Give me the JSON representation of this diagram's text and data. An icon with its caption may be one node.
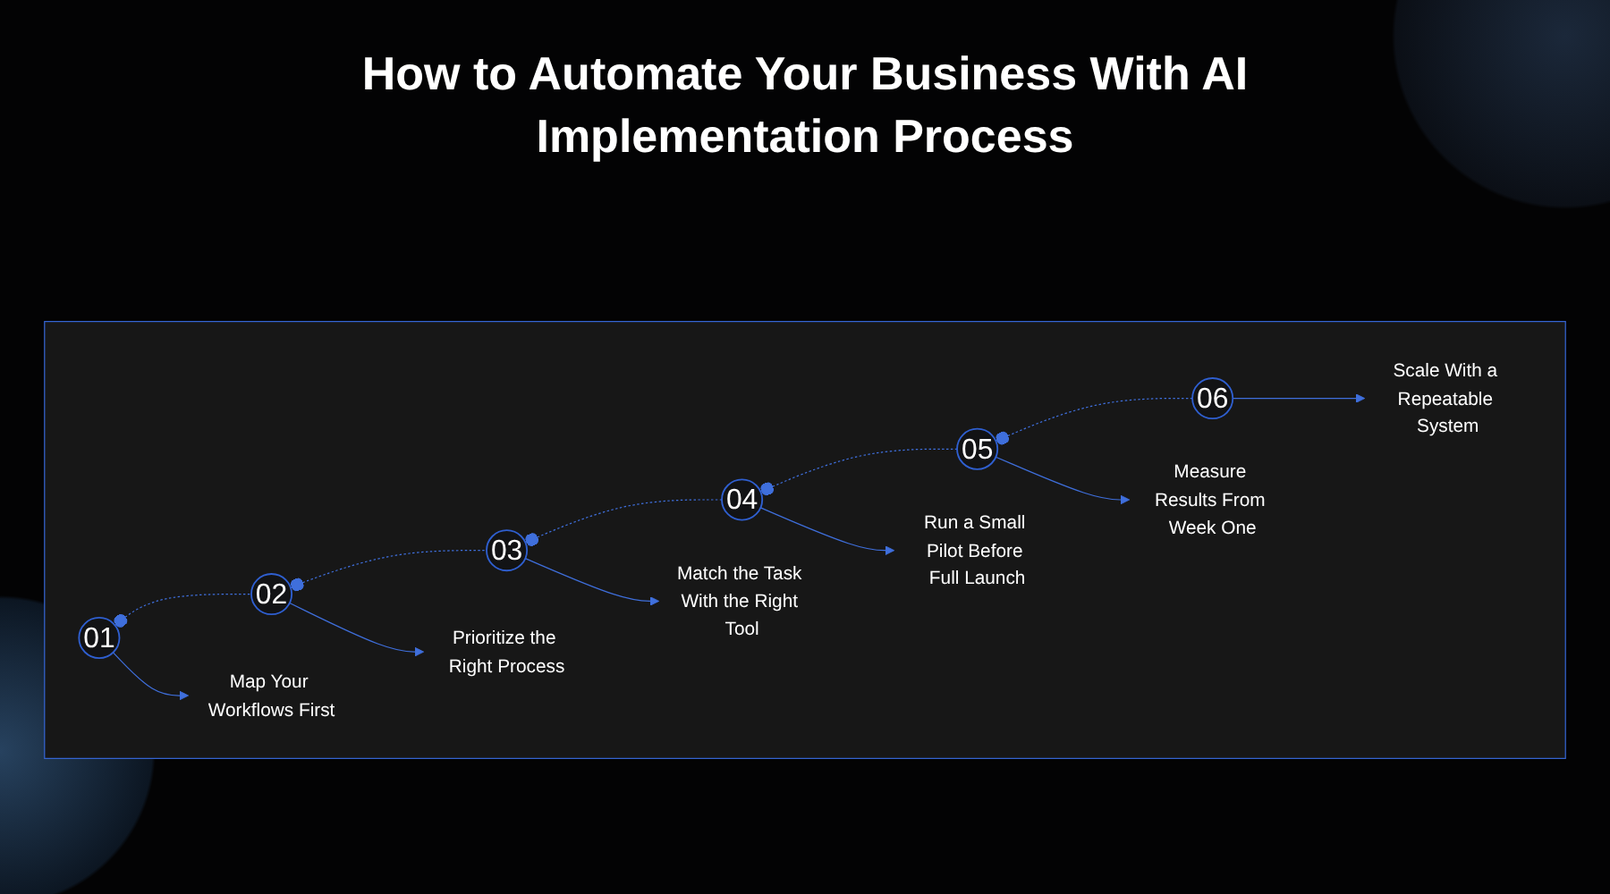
{
  "diagram": {
    "title": "How to Automate Your Business With AI Implementation Process",
    "nodes": [
      {
        "text": [],
        "shape": "box"
      },
      {
        "text": [
          "01"
        ],
        "in": 0
      },
      {
        "text": [
          "Map Your Workflows First"
        ],
        "in": 0
      },
      {
        "text": [
          "02"
        ],
        "in": 0
      },
      {
        "text": [
          "Prioritize the Right Process"
        ],
        "in": 0
      },
      {
        "text": [
          "03"
        ],
        "in": 0
      },
      {
        "text": [
          "Match the Task With the Right Tool"
        ],
        "in": 0
      },
      {
        "text": [
          "04"
        ],
        "in": 0
      },
      {
        "text": [
          "Run a Small Pilot Before Full Launch"
        ],
        "in": 0
      },
      {
        "text": [
          "05"
        ],
        "in": 0
      },
      {
        "text": [
          "Measure Results From Week One"
        ],
        "in": 0
      },
      {
        "text": [
          "06"
        ],
        "in": 0
      },
      {
        "text": [
          "Scale With a Repeatable System"
        ],
        "in": 0
      }
    ],
    "edges": [
      {
        "from": 1,
        "to": 3,
        "arrow": "other",
        "style": "dashed"
      },
      {
        "from": 3,
        "to": 5,
        "arrow": "other",
        "style": "dashed"
      },
      {
        "from": 5,
        "to": 7,
        "arrow": "other",
        "style": "dashed"
      },
      {
        "from": 7,
        "to": 9,
        "arrow": "other",
        "style": "dashed"
      },
      {
        "from": 9,
        "to": 11,
        "arrow": "other",
        "style": "dashed"
      },
      {
        "from": 1,
        "to": 2,
        "arrow": "to"
      },
      {
        "from": 3,
        "to": 4,
        "arrow": "to"
      },
      {
        "from": 5,
        "to": 6,
        "arrow": "to"
      },
      {
        "from": 7,
        "to": 8,
        "arrow": "to"
      },
      {
        "from": 9,
        "to": 10,
        "arrow": "to"
      },
      {
        "from": 11,
        "to": 12,
        "arrow": "to"
      }
    ]
  }
}
